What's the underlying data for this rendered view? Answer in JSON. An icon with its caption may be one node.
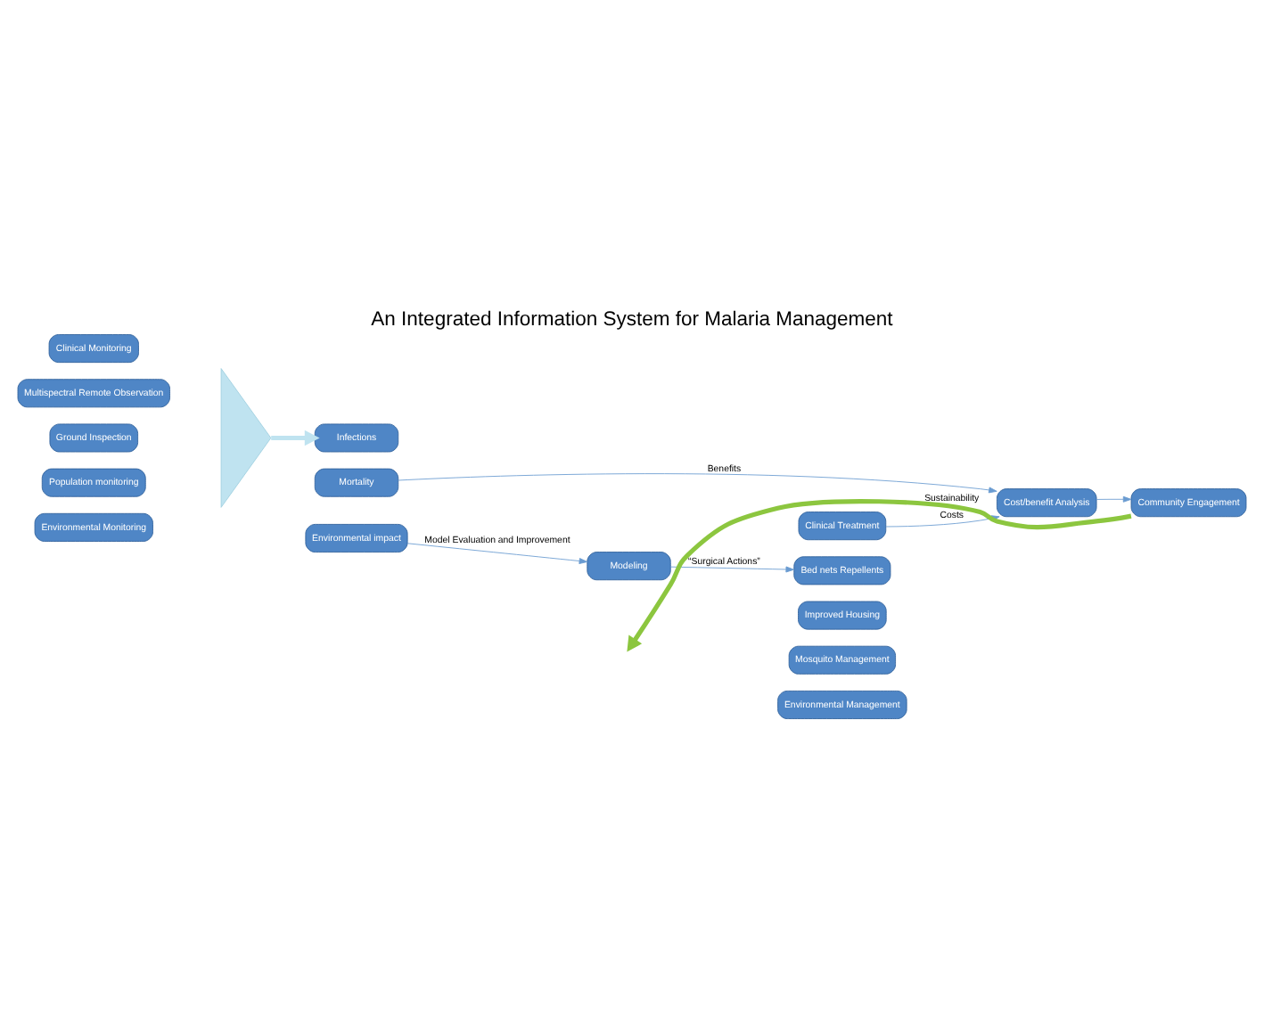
{
  "diagram": {
    "title": "An Integrated Information System for Malaria Management",
    "nodes": [
      {
        "text": [
          "Clinical Monitoring"
        ]
      },
      {
        "text": [
          "Multispectral Remote Observation"
        ]
      },
      {
        "text": [
          "Ground Inspection"
        ]
      },
      {
        "text": [
          "Population monitoring"
        ]
      },
      {
        "text": [
          "Environmental Monitoring"
        ]
      },
      {
        "text": [],
        "shape": "triangle"
      },
      {
        "text": [
          "Infections"
        ]
      },
      {
        "text": [
          "Mortality"
        ]
      },
      {
        "text": [
          "Environmental impact"
        ]
      },
      {
        "text": [
          "Modeling"
        ]
      },
      {
        "text": [
          "Cost/benefit Analysis"
        ]
      },
      {
        "text": [
          "Clinical Treatment"
        ]
      },
      {
        "text": [
          "Bed nets Repellents"
        ]
      },
      {
        "text": [
          "Improved Housing"
        ]
      },
      {
        "text": [
          "Mosquito Management"
        ]
      },
      {
        "text": [
          "Environmental Management"
        ]
      },
      {
        "text": [
          "Community Engagement"
        ]
      }
    ],
    "edges": [
      {
        "from": 5,
        "to": 6,
        "arrow": "to",
        "color": "#bfe3f0",
        "style": "thick"
      },
      {
        "from": 8,
        "to": 9,
        "arrow": "to",
        "label": "Model Evaluation and Improvement"
      },
      {
        "from": 7,
        "to": 10,
        "arrow": "to",
        "label": "Benefits"
      },
      {
        "from": 9,
        "to": 12,
        "arrow": "to",
        "label": "“Surgical Actions”"
      },
      {
        "from": 11,
        "to": 10,
        "arrow": "to",
        "label": "Costs"
      },
      {
        "from": 10,
        "to": 16,
        "arrow": "to"
      },
      {
        "from": 16,
        "to": null,
        "arrow": "to",
        "label": "Sustainability",
        "style": "thick",
        "color": "#8cc63f"
      }
    ]
  }
}
